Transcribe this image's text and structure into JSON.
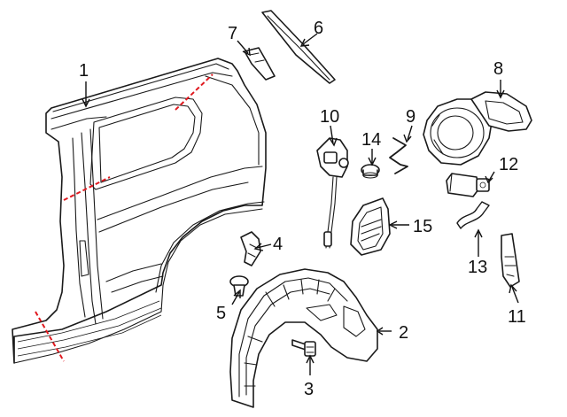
{
  "callouts": {
    "c1": "1",
    "c2": "2",
    "c3": "3",
    "c4": "4",
    "c5": "5",
    "c6": "6",
    "c7": "7",
    "c8": "8",
    "c9": "9",
    "c10": "10",
    "c11": "11",
    "c12": "12",
    "c13": "13",
    "c14": "14",
    "c15": "15"
  },
  "colors": {
    "line": "#1a1a1a",
    "cut_line": "#e0191f",
    "background": "#ffffff"
  }
}
